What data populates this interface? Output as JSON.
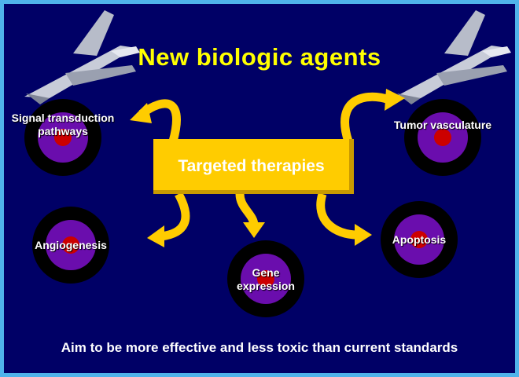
{
  "title": "New biologic agents",
  "center_label": "Targeted therapies",
  "targets": {
    "signal": "Signal transduction pathways",
    "tumor": "Tumor vasculature",
    "angio": "Angiogenesis",
    "gene": "Gene expression",
    "apoptosis": "Apoptosis"
  },
  "footer": "Aim to be more effective and less toxic than current standards",
  "colors": {
    "background": "#000066",
    "frame": "#4fb3ea",
    "title": "#ffff00",
    "arrow": "#ffcc00",
    "target_outer": "#000000",
    "target_middle": "#6a0dad",
    "target_center": "#cc0000"
  },
  "icons": [
    "fighter-jet-icon",
    "target-icon",
    "curved-arrow-icon"
  ]
}
